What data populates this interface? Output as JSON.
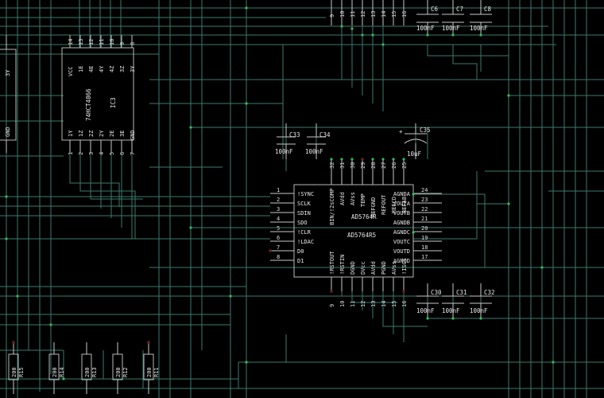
{
  "app": {
    "kind": "eda-schematic-capture",
    "background_color": "#000000",
    "wire_color": "#3b7a6c",
    "symbol_color": "#b9b9b9",
    "text_color": "#e8e8e8",
    "junction_color": "#2fbf5a"
  },
  "components": {
    "ic3": {
      "designator": "IC3",
      "part": "74HCT4066",
      "top_pin_numbers": [
        "14",
        "13",
        "12",
        "11",
        "10",
        "9",
        "8"
      ],
      "top_pin_names": [
        "VCC",
        "1E",
        "4E",
        "4Y",
        "4Z",
        "3Z",
        "3Y"
      ],
      "bottom_pin_numbers": [
        "1",
        "2",
        "3",
        "4",
        "5",
        "6",
        "7"
      ],
      "bottom_pin_names": [
        "1Y",
        "1Z",
        "2Z",
        "2Y",
        "2E",
        "3E",
        "GND"
      ]
    },
    "ic_left_partial": {
      "visible_pin_names": [
        "3Y",
        "GND"
      ]
    },
    "dac": {
      "part": "AD5764R",
      "designator": "AD5764R5",
      "left_pin_numbers": [
        "1",
        "2",
        "3",
        "4",
        "5",
        "6",
        "7",
        "8"
      ],
      "left_pin_names": [
        "!SYNC",
        "SCLK",
        "SDIN",
        "SDO",
        "!CLR",
        "!LDAC",
        "D0",
        "D1"
      ],
      "right_pin_numbers": [
        "24",
        "23",
        "22",
        "21",
        "20",
        "19",
        "18",
        "17"
      ],
      "right_pin_names": [
        "AGNDA",
        "VOUTA",
        "VOUTB",
        "AGNDB",
        "AGNDC",
        "VOUTC",
        "VOUTD",
        "AGNDD"
      ],
      "top_pin_numbers": [
        "32",
        "31",
        "30",
        "29",
        "28",
        "27",
        "26",
        "25"
      ],
      "top_pin_names": [
        "BIN/!2sCOMP",
        "AVdd",
        "AVss",
        "TEMP",
        "REFGND",
        "REFOUT",
        "REFCD",
        "REFAB"
      ],
      "bottom_pin_numbers": [
        "9",
        "10",
        "11",
        "12",
        "13",
        "14",
        "15",
        "16"
      ],
      "bottom_pin_names": [
        "!RSTOUT",
        "!RSTIN",
        "DGND",
        "DVcc",
        "AVdd",
        "PGND",
        "AVss",
        "!ISCC"
      ]
    },
    "capacitors_top": [
      {
        "ref": "C6",
        "value": "100nF"
      },
      {
        "ref": "C7",
        "value": "100nF"
      },
      {
        "ref": "C8",
        "value": "100nF"
      }
    ],
    "capacitors_mid": [
      {
        "ref": "C33",
        "value": "100nF"
      },
      {
        "ref": "C34",
        "value": "100nF"
      }
    ],
    "capacitor_polarized": {
      "ref": "C35",
      "value": "10uF",
      "polarity_mark": "+"
    },
    "capacitors_bottom": [
      {
        "ref": "C30",
        "value": "100nF"
      },
      {
        "ref": "C31",
        "value": "100nF"
      },
      {
        "ref": "C32",
        "value": "100nF"
      }
    ],
    "resistors": [
      {
        "ref": "R15",
        "value": "200"
      },
      {
        "ref": "R14",
        "value": "200"
      },
      {
        "ref": "R13",
        "value": "200"
      },
      {
        "ref": "R12",
        "value": "200"
      },
      {
        "ref": "R11",
        "value": "200"
      }
    ],
    "top_left_bus_numbers": [
      "9",
      "10",
      "11",
      "12",
      "13",
      "14",
      "15",
      "16"
    ]
  }
}
